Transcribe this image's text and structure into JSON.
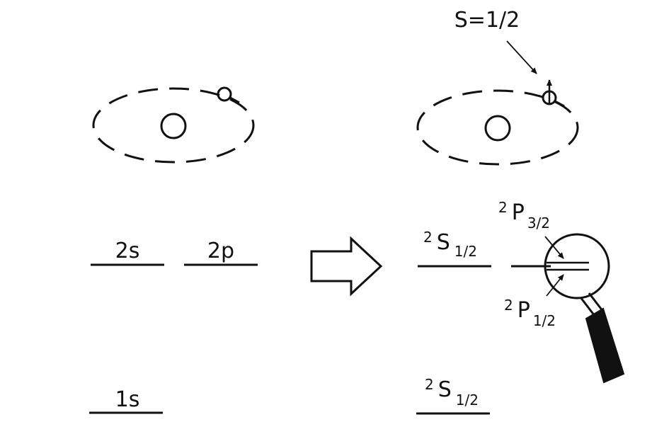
{
  "left": {
    "level_2s": "2s",
    "level_2p": "2p",
    "level_1s": "1s"
  },
  "right": {
    "spin_label": "S=1/2",
    "s_upper": {
      "sup": "2",
      "letter": "S",
      "sub": "1/2"
    },
    "p_32": {
      "sup": "2",
      "letter": "P",
      "sub": "3/2"
    },
    "p_12": {
      "sup": "2",
      "letter": "P",
      "sub": "1/2"
    },
    "s_lower": {
      "sup": "2",
      "letter": "S",
      "sub": "1/2"
    }
  }
}
